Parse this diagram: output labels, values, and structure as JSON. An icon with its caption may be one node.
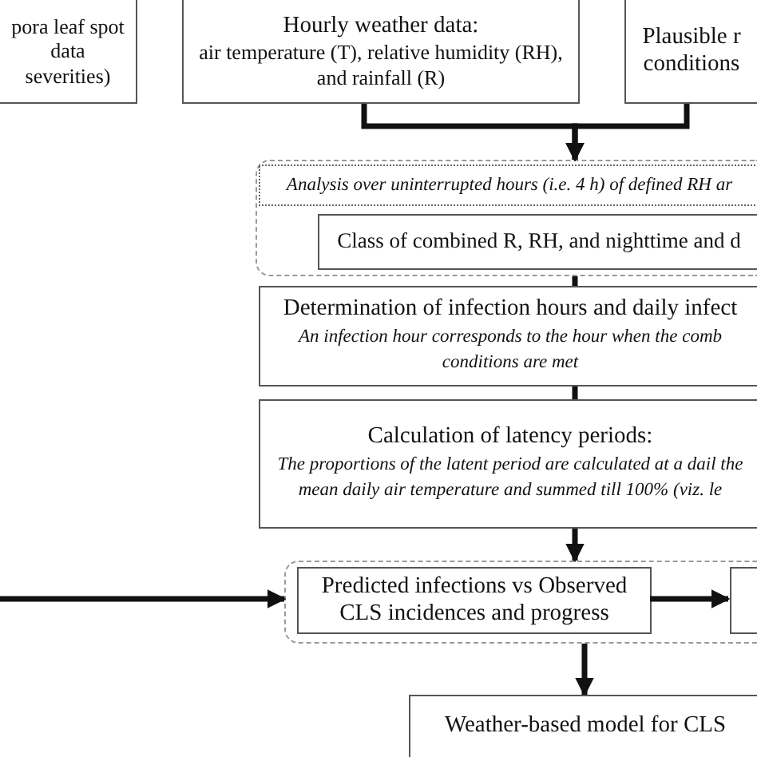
{
  "diagram": {
    "nodes": [
      {
        "text": [
          "pora leaf spot data severities)"
        ]
      },
      {
        "text": [
          "Hourly weather data:",
          "air temperature (T), relative humidity (RH), and rainfall (R)"
        ]
      },
      {
        "text": [
          "Plausible r conditions"
        ]
      },
      {
        "text": [],
        "shape": "box"
      },
      {
        "text": [
          "Analysis over uninterrupted hours (i.e. 4 h) of defined RH ar"
        ],
        "in": 3
      },
      {
        "text": [
          "Class of combined R, RH, and nighttime and d"
        ],
        "in": 3
      },
      {
        "text": [
          "Determination of infection hours and daily infect",
          "An infection hour corresponds to the hour when the comb conditions are met"
        ]
      },
      {
        "text": [
          "Calculation of latency periods:",
          "The proportions of the latent period are calculated at a dail the mean daily air temperature and summed till 100% (viz. le"
        ]
      },
      {
        "text": [],
        "shape": "box"
      },
      {
        "text": [
          "Predicted infections vs Observed CLS incidences and progress"
        ],
        "in": 8
      },
      {
        "text": [],
        "shape": "box",
        "in": 8
      },
      {
        "text": [
          "Weather-based model for CLS"
        ]
      }
    ],
    "edges": [
      {
        "from": 1,
        "to": 3,
        "arrow": "to"
      },
      {
        "from": 2,
        "to": 3,
        "arrow": "to"
      },
      {
        "from": 3,
        "to": 6,
        "arrow": "none"
      },
      {
        "from": 6,
        "to": 7,
        "arrow": "none"
      },
      {
        "from": 7,
        "to": 8,
        "arrow": "to"
      },
      {
        "from": null,
        "to": 8,
        "arrow": "to"
      },
      {
        "from": 9,
        "to": 10,
        "arrow": "to"
      },
      {
        "from": 8,
        "to": 11,
        "arrow": "to"
      }
    ]
  }
}
